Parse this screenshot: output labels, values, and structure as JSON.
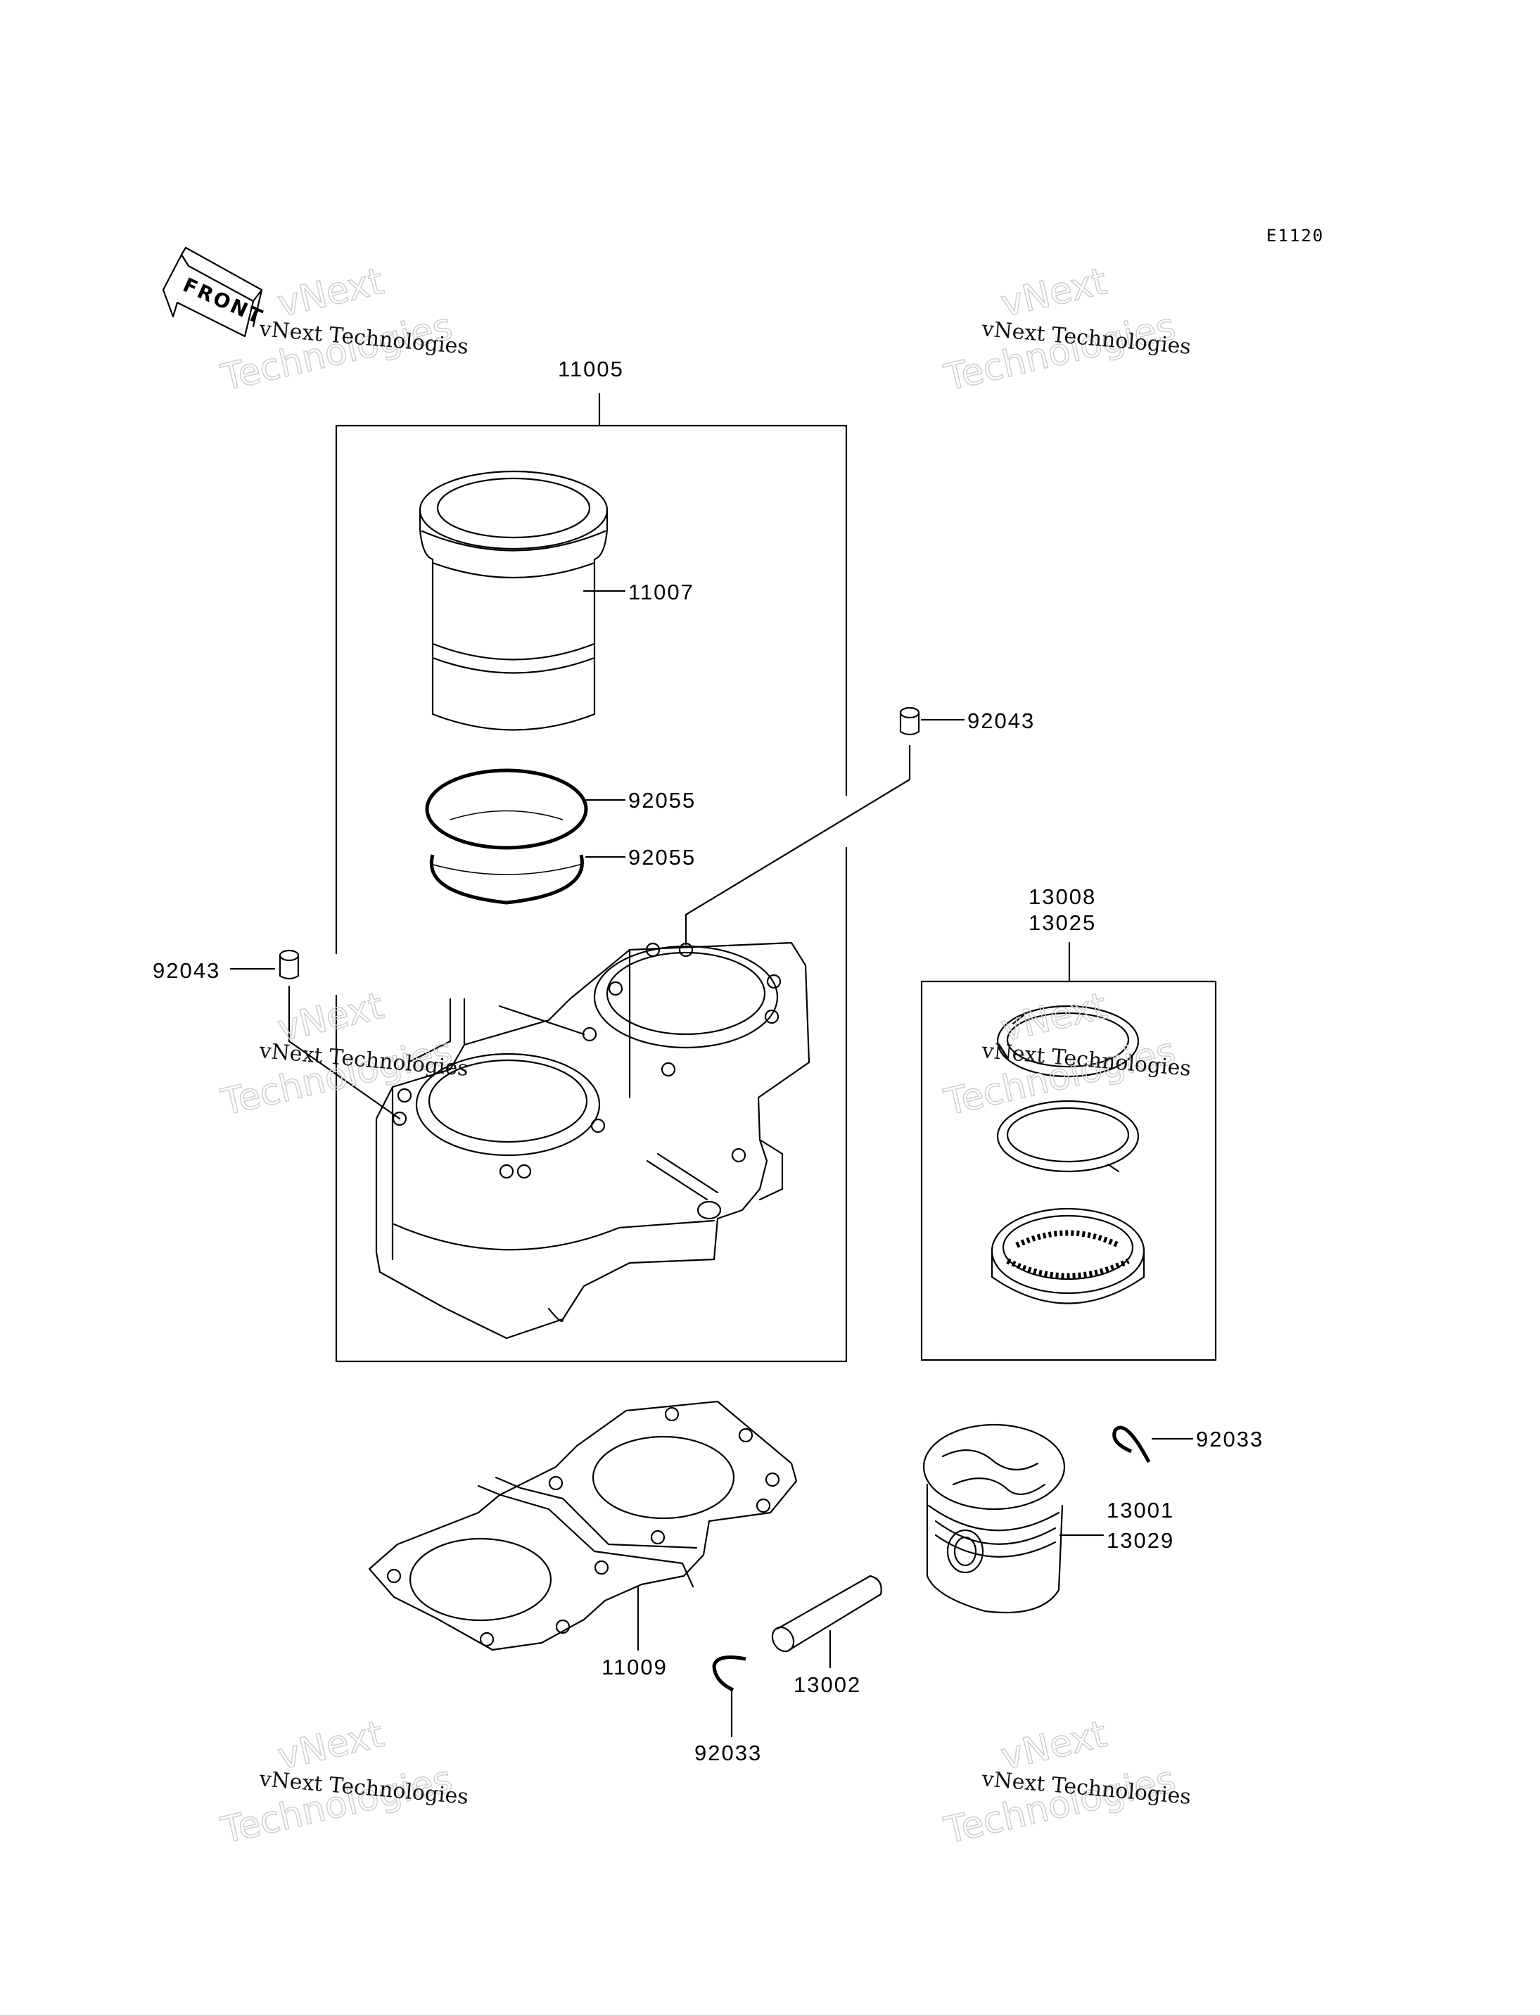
{
  "diagram_code": "E1120",
  "front_arrow_text": "FRONT",
  "watermark": {
    "line": "vNext Technologies",
    "big_top": "vNext",
    "big_bottom": "Technologies"
  },
  "labels": {
    "cylinder_assy": "11005",
    "cylinder_sleeve": "11007",
    "o_ring_upper": "92055",
    "o_ring_lower": "92055",
    "dowel_right": "92043",
    "dowel_left": "92043",
    "ring_set_a": "13008",
    "ring_set_b": "13025",
    "circlip_right": "92033",
    "piston_a": "13001",
    "piston_b": "13029",
    "gasket": "11009",
    "piston_pin": "13002",
    "circlip_bottom": "92033"
  }
}
